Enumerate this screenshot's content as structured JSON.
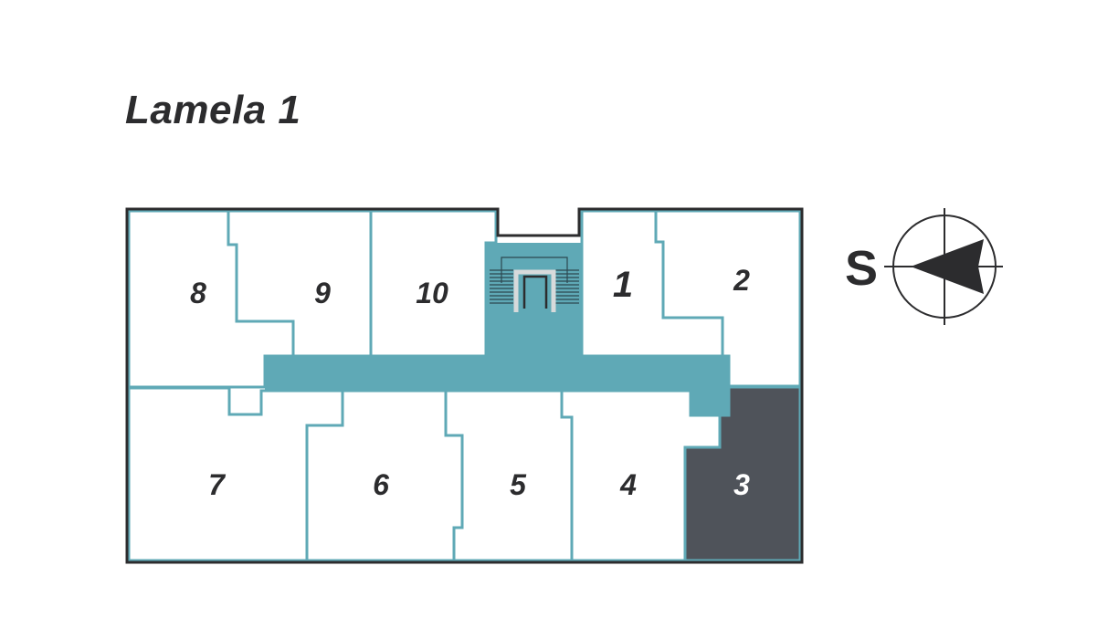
{
  "title": "Lamela 1",
  "colors": {
    "corridor": "#5fa9b6",
    "wall": "#2c2c2e",
    "unit_border": "#5fa9b6",
    "unit_fill": "#ffffff",
    "selected_fill": "#4f535a",
    "label": "#2c2c2e",
    "selected_label": "#ffffff"
  },
  "units": [
    {
      "id": "1",
      "label": "1",
      "selected": false
    },
    {
      "id": "2",
      "label": "2",
      "selected": false
    },
    {
      "id": "3",
      "label": "3",
      "selected": true
    },
    {
      "id": "4",
      "label": "4",
      "selected": false
    },
    {
      "id": "5",
      "label": "5",
      "selected": false
    },
    {
      "id": "6",
      "label": "6",
      "selected": false
    },
    {
      "id": "7",
      "label": "7",
      "selected": false
    },
    {
      "id": "8",
      "label": "8",
      "selected": false
    },
    {
      "id": "9",
      "label": "9",
      "selected": false
    },
    {
      "id": "10",
      "label": "10",
      "selected": false
    }
  ],
  "compass": {
    "direction_label": "S",
    "icon": "compass-arrow-icon"
  },
  "stairwell": {
    "icon": "stairs-elevator-icon"
  }
}
